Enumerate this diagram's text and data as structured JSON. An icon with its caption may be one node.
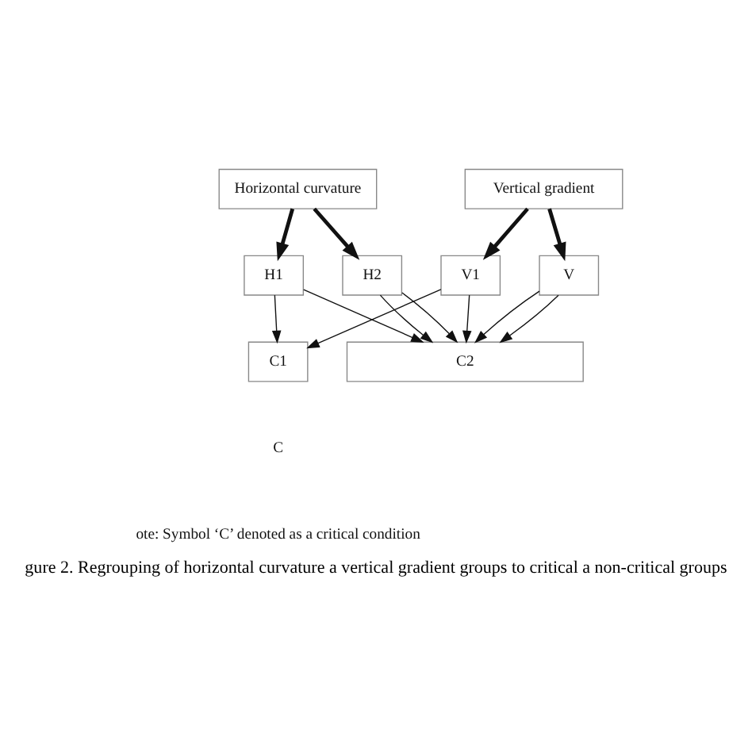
{
  "diagram": {
    "caption": "gure 2. Regrouping of horizontal curvature a vertical gradient groups to critical a non-critical groups",
    "nodes": [
      {
        "text": [
          "Horizontal curvature"
        ]
      },
      {
        "text": [
          "Vertical gradient"
        ]
      },
      {
        "text": [
          "H1"
        ]
      },
      {
        "text": [
          "H2"
        ]
      },
      {
        "text": [
          "V1"
        ]
      },
      {
        "text": [
          "V"
        ]
      },
      {
        "text": [
          "C1"
        ]
      },
      {
        "text": [
          "C2"
        ]
      }
    ],
    "edges": [
      {
        "from": 0,
        "to": 2,
        "arrow": "to",
        "style": "thick"
      },
      {
        "from": 0,
        "to": 3,
        "arrow": "to",
        "style": "thick"
      },
      {
        "from": 1,
        "to": 4,
        "arrow": "to",
        "style": "thick"
      },
      {
        "from": 1,
        "to": 5,
        "arrow": "to",
        "style": "thick"
      },
      {
        "from": 2,
        "to": 6,
        "arrow": "to"
      },
      {
        "from": 4,
        "to": 6,
        "arrow": "to"
      },
      {
        "from": 2,
        "to": 7,
        "arrow": "to"
      },
      {
        "from": 5,
        "to": 7,
        "arrow": "to"
      },
      {
        "from": 3,
        "to": 7,
        "arrow": "to"
      },
      {
        "from": 4,
        "to": 7,
        "arrow": "to"
      },
      {
        "from": 3,
        "to": 7,
        "arrow": "to"
      },
      {
        "from": 5,
        "to": 7,
        "arrow": "to"
      }
    ],
    "labels": [
      "C",
      "ote: Symbol ‘C’ denoted as a critical condition"
    ]
  }
}
